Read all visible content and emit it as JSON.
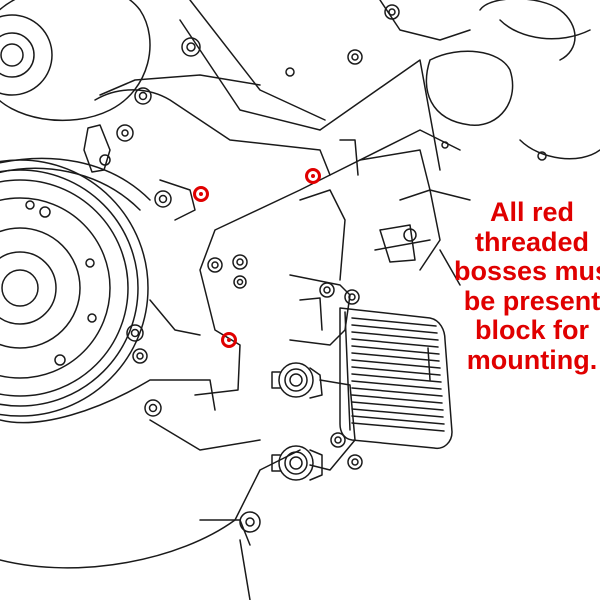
{
  "diagram": {
    "colors": {
      "line": "#1a1a1a",
      "accent": "#e00000",
      "background": "#ffffff"
    },
    "callout_lines": [
      "All red",
      "threaded",
      "bosses mus",
      "be present",
      "block for",
      "mounting."
    ]
  }
}
